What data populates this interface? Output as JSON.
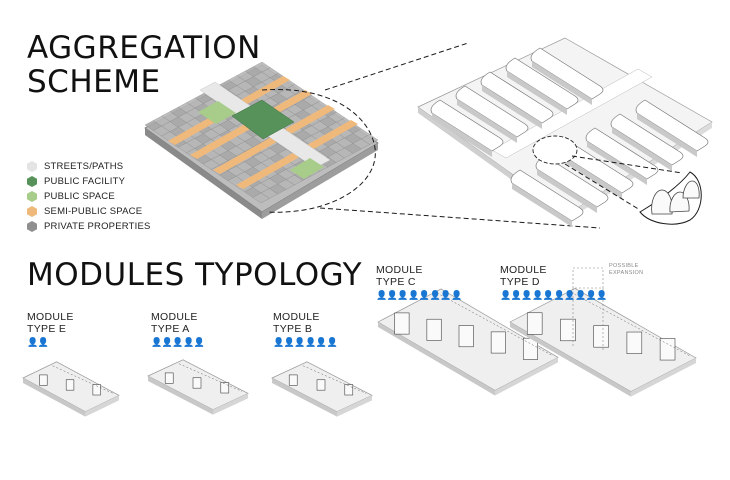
{
  "aggregation": {
    "title_line1": "AGGREGATION",
    "title_line2": "SCHEME"
  },
  "legend": [
    {
      "label": "STREETS/PATHS",
      "color": "#e4e4e4"
    },
    {
      "label": "PUBLIC FACILITY",
      "color": "#57925a"
    },
    {
      "label": "PUBLIC SPACE",
      "color": "#a8cc8a"
    },
    {
      "label": "SEMI-PUBLIC SPACE",
      "color": "#f0b97c"
    },
    {
      "label": "PRIVATE PROPERTIES",
      "color": "#8f8f8f"
    }
  ],
  "modules": {
    "title": "MODULES TYPOLOGY",
    "items": [
      {
        "line1": "MODULE",
        "line2": "TYPE E",
        "people": "👤👤"
      },
      {
        "line1": "MODULE",
        "line2": "TYPE A",
        "people": "👤👤👤👤👤"
      },
      {
        "line1": "MODULE",
        "line2": "TYPE B",
        "people": "👤👤👤👤👤👤"
      },
      {
        "line1": "MODULE",
        "line2": "TYPE C",
        "people": "👤👤👤👤👤👤👤👤"
      },
      {
        "line1": "MODULE",
        "line2": "TYPE D",
        "people": "👤👤👤👤👤👤👤👤👤👤"
      }
    ],
    "expansion_note_line1": "POSSIBLE",
    "expansion_note_line2": "EXPANSION"
  }
}
